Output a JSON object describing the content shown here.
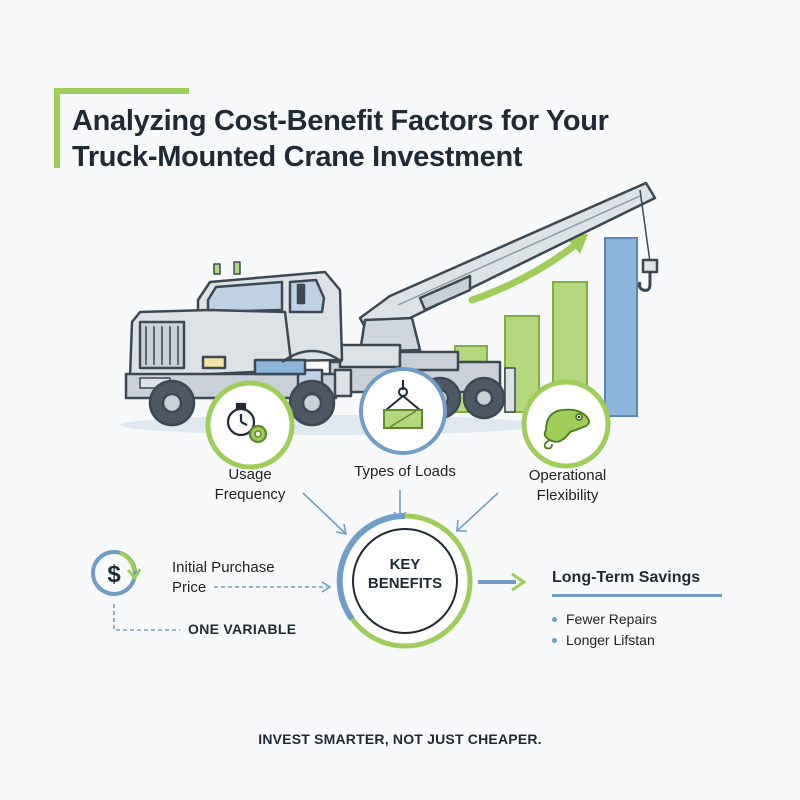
{
  "title": {
    "line1": "Analyzing Cost-Benefit Factors for Your",
    "line2": "Truck-Mounted Crane Investment"
  },
  "factors": [
    {
      "label_line1": "Usage",
      "label_line2": "Frequency",
      "icon": "stopwatch-gear-icon"
    },
    {
      "label_line1": "Types of Loads",
      "icon": "hook-load-icon"
    },
    {
      "label_line1": "Operational",
      "label_line2": "Flexibility",
      "icon": "chameleon-icon"
    }
  ],
  "hub": {
    "line1": "KEY",
    "line2": "BENEFITS"
  },
  "purchase_price": {
    "line1": "Initial Purchase",
    "line2": "Price",
    "icon": "dollar-cycle-icon"
  },
  "one_variable": "ONE VARIABLE",
  "long_term_savings": {
    "heading": "Long-Term Savings",
    "items": [
      "Fewer Repairs",
      "Longer Lifstan"
    ]
  },
  "tagline": "INVEST SMARTER, NOT JUST CHEAPER.",
  "colors": {
    "green": "#9fcd5a",
    "blue": "#6f9dc8",
    "navy": "#1f2a36",
    "truck": "#dde2e7"
  }
}
